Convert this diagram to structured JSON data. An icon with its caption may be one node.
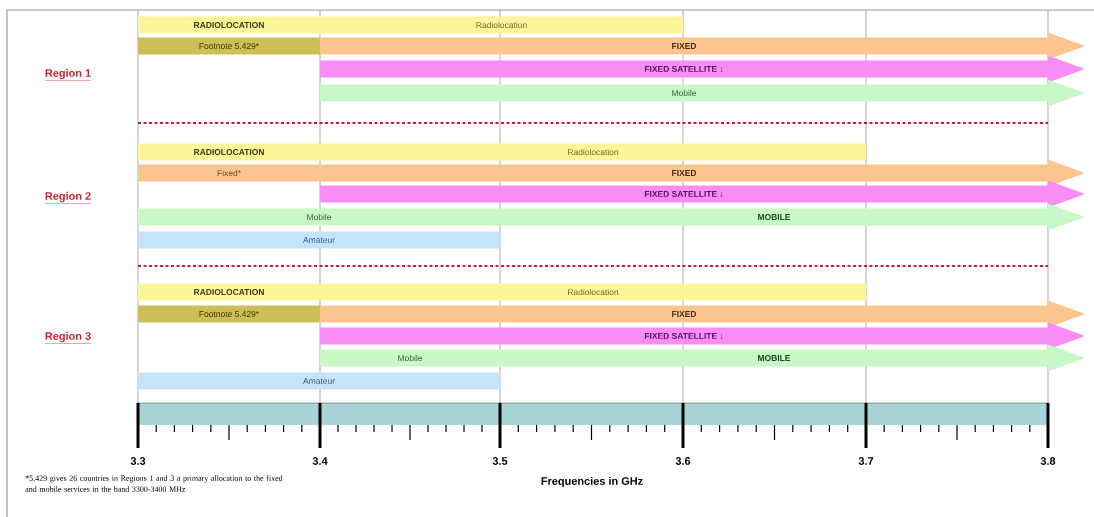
{
  "diagram": {
    "nodes": [
      {
        "text": [
          "RADIOLOCATION"
        ]
      },
      {
        "text": [
          "Radiolocation"
        ]
      },
      {
        "text": [
          "Footnote 5.429*"
        ]
      },
      {
        "text": [
          "FIXED"
        ]
      },
      {
        "text": [
          "FIXED SATELLITE ↓"
        ]
      },
      {
        "text": [
          "Mobile"
        ]
      },
      {
        "text": [
          "RADIOLOCATION"
        ]
      },
      {
        "text": [
          "Radiolocation"
        ]
      },
      {
        "text": [
          "Fixed*"
        ]
      },
      {
        "text": [
          "FIXED"
        ]
      },
      {
        "text": [
          "FIXED SATELLITE ↓"
        ]
      },
      {
        "text": [
          "Mobile"
        ]
      },
      {
        "text": [
          "MOBILE"
        ]
      },
      {
        "text": [
          "Amateur"
        ]
      },
      {
        "text": [
          "RADIOLOCATION"
        ]
      },
      {
        "text": [
          "Radiolocation"
        ]
      },
      {
        "text": [
          "Footnote 5.429*"
        ]
      },
      {
        "text": [
          "FIXED"
        ]
      },
      {
        "text": [
          "FIXED SATELLITE ↓"
        ]
      },
      {
        "text": [
          "Mobile"
        ]
      },
      {
        "text": [
          "MOBILE"
        ]
      },
      {
        "text": [
          "Amateur"
        ]
      }
    ],
    "labels": [
      "Region 1",
      "Region 2",
      "Region 3",
      "3.3",
      "3.4",
      "3.5",
      "3.6",
      "3.7",
      "3.8",
      "Frequencies in GHz",
      "*5.429 gives 26 countries in Regions 1 and 3 a primary allocation to the fixed and mobile services in the band 3300-3400 MHz"
    ]
  }
}
